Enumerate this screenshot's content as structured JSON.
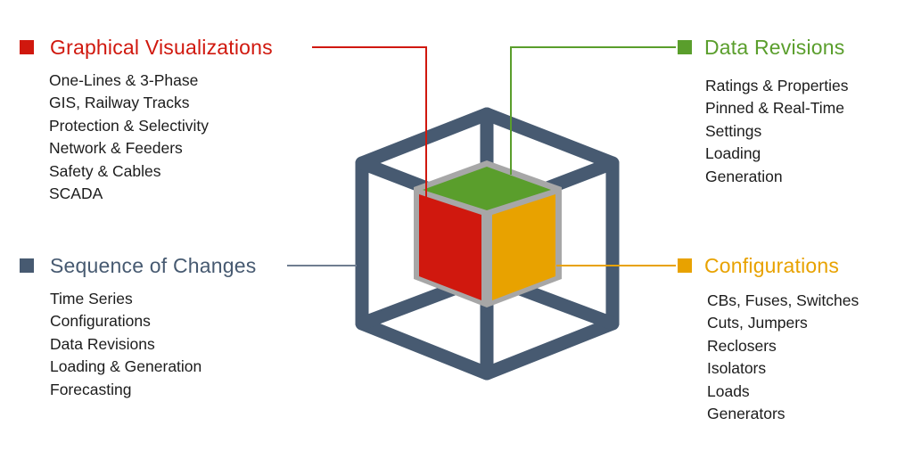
{
  "colors": {
    "red": "#d0180e",
    "green": "#5a9e2c",
    "amber": "#e8a200",
    "slate": "#475a71",
    "frame_gray": "#a7a7a7",
    "connector_slate": "#6f7d90"
  },
  "groups": {
    "graphical": {
      "title": "Graphical Visualizations",
      "icon": "red-square-icon",
      "items": [
        "One-Lines & 3-Phase",
        "GIS, Railway Tracks",
        "Protection & Selectivity",
        "Network & Feeders",
        "Safety & Cables",
        "SCADA"
      ]
    },
    "data_revisions": {
      "title": "Data Revisions",
      "icon": "green-square-icon",
      "items": [
        "Ratings & Properties",
        "Pinned & Real-Time",
        "Settings",
        "Loading",
        "Generation"
      ]
    },
    "sequence": {
      "title": "Sequence of Changes",
      "icon": "slate-square-icon",
      "items": [
        "Time Series",
        "Configurations",
        "Data Revisions",
        "Loading & Generation",
        "Forecasting"
      ]
    },
    "configurations": {
      "title": "Configurations",
      "icon": "amber-square-icon",
      "items": [
        "CBs, Fuses, Switches",
        "Cuts, Jumpers",
        "Reclosers",
        "Isolators",
        "Loads",
        "Generators"
      ]
    }
  }
}
